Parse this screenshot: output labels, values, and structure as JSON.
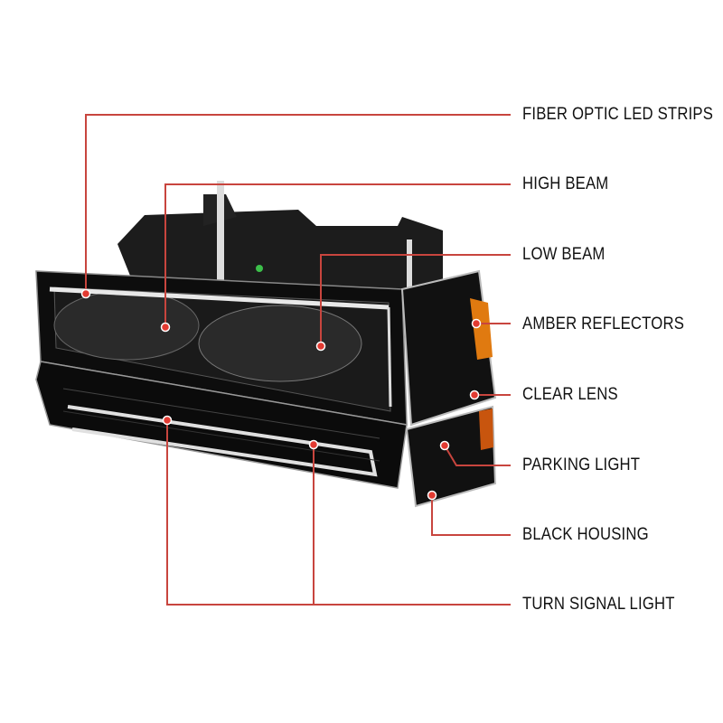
{
  "colors": {
    "callout": "#c8453e",
    "housing": "#141414",
    "amber": "#e07a10"
  },
  "callouts": [
    {
      "label": "FIBER OPTIC LED STRIPS"
    },
    {
      "label": "HIGH BEAM"
    },
    {
      "label": "LOW BEAM"
    },
    {
      "label": "AMBER REFLECTORS"
    },
    {
      "label": "CLEAR LENS"
    },
    {
      "label": "PARKING LIGHT"
    },
    {
      "label": "BLACK HOUSING"
    },
    {
      "label": "TURN SIGNAL LIGHT"
    }
  ]
}
